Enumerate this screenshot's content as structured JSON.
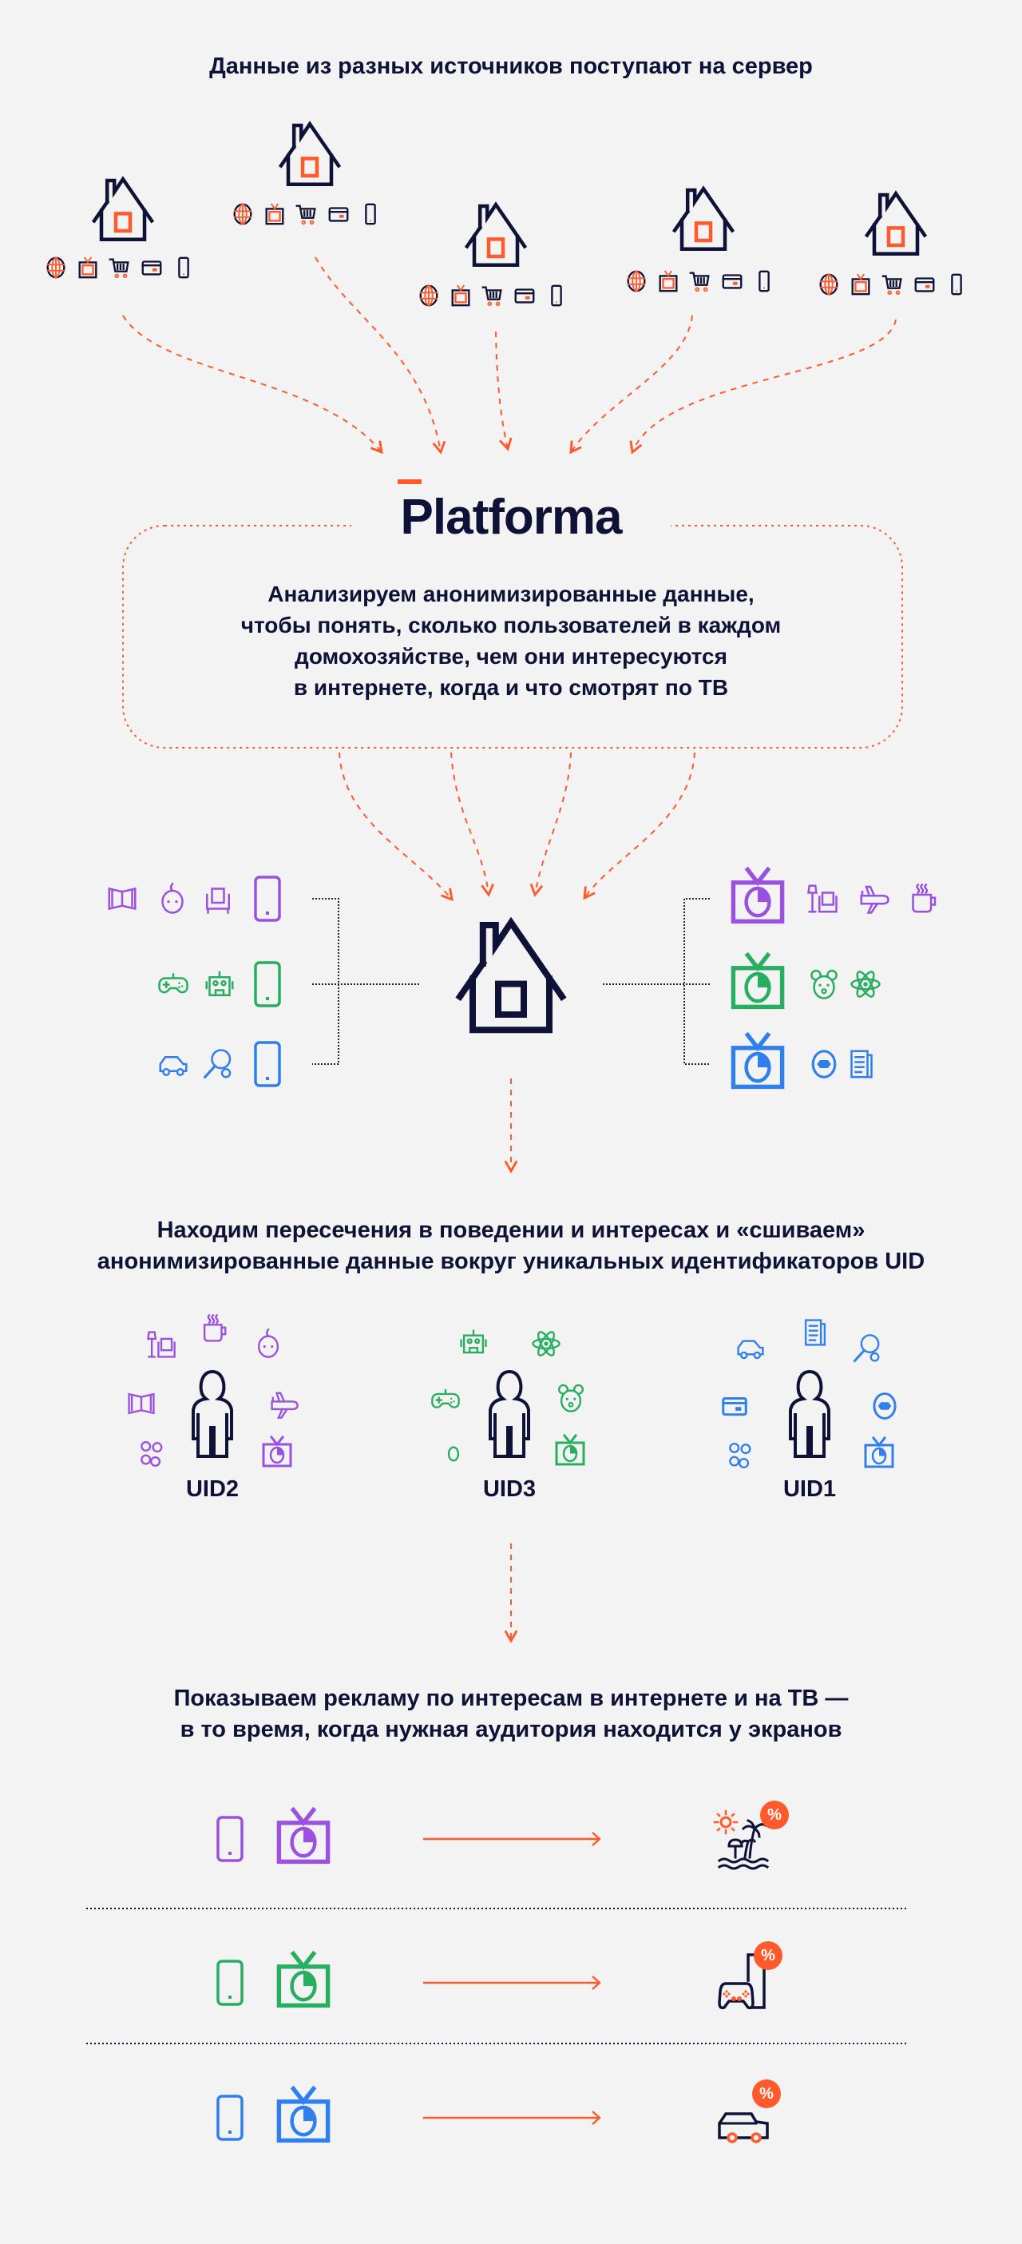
{
  "colors": {
    "background": "#f3f3f3",
    "navy": "#0e1236",
    "orange": "#ff5a2c",
    "purple": "#9b51e0",
    "green": "#27ae60",
    "blue": "#2f80ed"
  },
  "sources": {
    "title": "Данные из разных источников поступают на сервер",
    "houses": [
      {
        "devices": [
          "globe",
          "tv",
          "cart",
          "card",
          "phone"
        ]
      },
      {
        "devices": [
          "globe",
          "tv",
          "cart",
          "card",
          "phone"
        ]
      },
      {
        "devices": [
          "globe",
          "tv",
          "cart",
          "card",
          "phone"
        ]
      },
      {
        "devices": [
          "globe",
          "tv",
          "cart",
          "card",
          "phone"
        ]
      },
      {
        "devices": [
          "globe",
          "tv",
          "cart",
          "card",
          "phone"
        ]
      }
    ]
  },
  "platform": {
    "logo": "Platforma",
    "lines": [
      "Анализируем анонимизированные данные,",
      "чтобы понять, сколько пользователей в каждом",
      "домохозяйстве, чем они интересуются",
      "в интернете, когда и что смотрят по ТВ"
    ]
  },
  "household": {
    "left_rows": [
      {
        "color": "purple",
        "icons": [
          "book",
          "baby",
          "armchair",
          "phone"
        ]
      },
      {
        "color": "green",
        "icons": [
          "gamepad",
          "robot",
          "phone"
        ]
      },
      {
        "color": "blue",
        "icons": [
          "car",
          "pingpong",
          "phone"
        ]
      }
    ],
    "right_rows": [
      {
        "color": "purple",
        "icons": [
          "tv-pie",
          "lamp-chair",
          "plane",
          "cup"
        ]
      },
      {
        "color": "green",
        "icons": [
          "tv-pie",
          "bear",
          "atom"
        ]
      },
      {
        "color": "blue",
        "icons": [
          "tv-pie",
          "ball",
          "news"
        ]
      }
    ]
  },
  "stitching": {
    "title_lines": [
      "Находим пересечения в поведении и интересах и «сшиваем»",
      "анонимизированные данные вокруг уникальных идентификаторов UID"
    ],
    "users": [
      {
        "label": "UID2",
        "color": "purple",
        "icons": [
          "lamp-chair",
          "cup",
          "baby",
          "book",
          "plane",
          "coins",
          "tv-pie"
        ]
      },
      {
        "label": "UID3",
        "color": "green",
        "icons": [
          "robot",
          "atom",
          "gamepad",
          "bear",
          "coin",
          "tv-pie"
        ]
      },
      {
        "label": "UID1",
        "color": "blue",
        "icons": [
          "car",
          "news",
          "pingpong",
          "card",
          "ball",
          "coins",
          "tv-pie"
        ]
      }
    ]
  },
  "ads": {
    "title_lines": [
      "Показываем рекламу по интересам в интернете и на ТВ —",
      "в то время, когда нужная аудитория находится у экранов"
    ],
    "badge": "%",
    "rows": [
      {
        "color": "purple",
        "target": "beach"
      },
      {
        "color": "green",
        "target": "console"
      },
      {
        "color": "blue",
        "target": "car-sale"
      }
    ]
  }
}
